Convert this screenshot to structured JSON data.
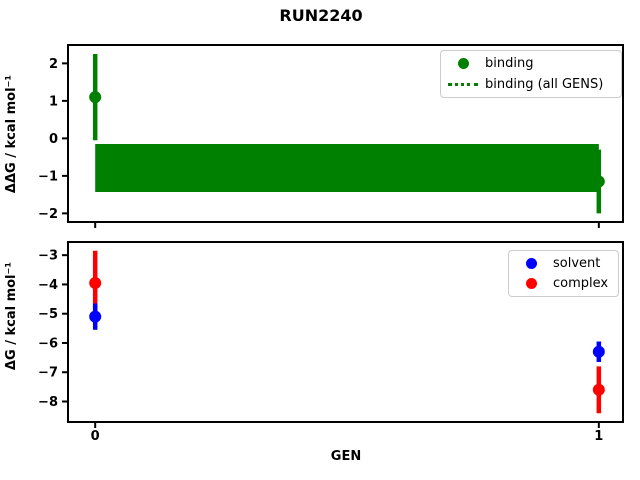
{
  "title": "RUN2240",
  "xlabel": "GEN",
  "colors": {
    "binding": "#008000",
    "solvent": "#0000ff",
    "complex": "#ff0000",
    "axes": "#000000",
    "legend_border": "#cccccc",
    "background": "#ffffff"
  },
  "chart_data": [
    {
      "type": "scatter",
      "name": "binding-free-energy-subplot",
      "ylabel": "ΔΔG / kcal mol⁻¹",
      "xlabel": "",
      "xlim": [
        -0.054,
        1.048
      ],
      "ylim": [
        -2.23,
        2.49
      ],
      "yticks": [
        2,
        1,
        0,
        -1,
        -2
      ],
      "xticks": [
        0,
        1
      ],
      "xticklabels": [],
      "grid": false,
      "legend_position": "upper right",
      "series": [
        {
          "name": "binding",
          "color": "#008000",
          "marker": "circle",
          "x": [
            0,
            1
          ],
          "y": [
            1.1,
            -1.15
          ],
          "yerr": [
            1.15,
            0.85
          ]
        }
      ],
      "band": {
        "name": "binding (all GENS)",
        "color": "#008000",
        "linestyle": "dotted",
        "x_range": [
          0,
          1
        ],
        "value": -0.79,
        "error": 0.64
      },
      "legend": [
        {
          "label": "binding",
          "glyph": "dot",
          "color": "#008000"
        },
        {
          "label": "binding (all GENS)",
          "glyph": "dotted-line",
          "color": "#008000"
        }
      ]
    },
    {
      "type": "scatter",
      "name": "phase-free-energy-subplot",
      "ylabel": "ΔG / kcal mol⁻¹",
      "xlabel": "GEN",
      "xlim": [
        -0.054,
        1.048
      ],
      "ylim": [
        -8.7,
        -2.55
      ],
      "yticks": [
        -3,
        -4,
        -5,
        -6,
        -7,
        -8
      ],
      "xticks": [
        0,
        1
      ],
      "xticklabels": [
        "0",
        "1"
      ],
      "grid": false,
      "legend_position": "upper right",
      "series": [
        {
          "name": "complex",
          "color": "#ff0000",
          "marker": "circle",
          "x": [
            0,
            1
          ],
          "y": [
            -3.95,
            -7.6
          ],
          "yerr": [
            1.1,
            0.8
          ]
        },
        {
          "name": "solvent",
          "color": "#0000ff",
          "marker": "circle",
          "x": [
            0,
            1
          ],
          "y": [
            -5.1,
            -6.3
          ],
          "yerr": [
            0.45,
            0.35
          ]
        }
      ],
      "legend": [
        {
          "label": "solvent",
          "glyph": "dot",
          "color": "#0000ff"
        },
        {
          "label": "complex",
          "glyph": "dot",
          "color": "#ff0000"
        }
      ]
    }
  ]
}
